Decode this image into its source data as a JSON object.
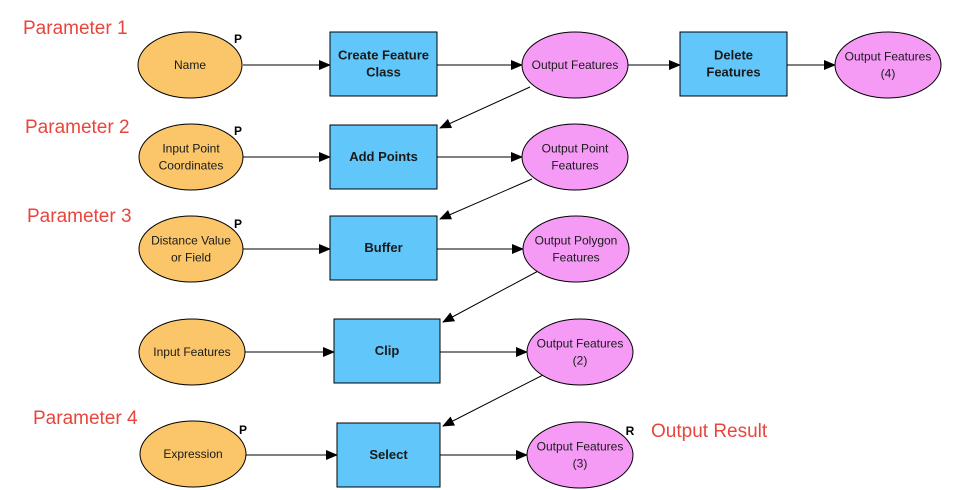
{
  "parameters": [
    {
      "label": "Parameter 1"
    },
    {
      "label": "Parameter 2"
    },
    {
      "label": "Parameter 3"
    },
    {
      "label": "Parameter 4"
    }
  ],
  "output_label": "Output Result",
  "colors": {
    "input": "#fbc66a",
    "tool": "#61c6fa",
    "output": "#f59bf5",
    "stroke": "#000000",
    "label": "#e8453c"
  },
  "inputs": [
    {
      "name": "name",
      "lines": [
        "Name"
      ],
      "flag": "P"
    },
    {
      "name": "input-point-coordinates",
      "lines": [
        "Input Point",
        "Coordinates"
      ],
      "flag": "P"
    },
    {
      "name": "distance-value",
      "lines": [
        "Distance Value",
        "or Field"
      ],
      "flag": "P"
    },
    {
      "name": "input-features",
      "lines": [
        "Input Features"
      ],
      "flag": ""
    },
    {
      "name": "expression",
      "lines": [
        "Expression"
      ],
      "flag": "P"
    }
  ],
  "tools": [
    {
      "name": "create-feature-class",
      "lines": [
        "Create Feature",
        "Class"
      ]
    },
    {
      "name": "add-points",
      "lines": [
        "Add Points"
      ]
    },
    {
      "name": "buffer",
      "lines": [
        "Buffer"
      ]
    },
    {
      "name": "clip",
      "lines": [
        "Clip"
      ]
    },
    {
      "name": "select",
      "lines": [
        "Select"
      ]
    },
    {
      "name": "delete-features",
      "lines": [
        "Delete",
        "Features"
      ]
    }
  ],
  "outputs": [
    {
      "name": "output-features",
      "lines": [
        "Output Features"
      ],
      "flag": ""
    },
    {
      "name": "output-point-features",
      "lines": [
        "Output Point",
        "Features"
      ],
      "flag": ""
    },
    {
      "name": "output-polygon-features",
      "lines": [
        "Output Polygon",
        "Features"
      ],
      "flag": ""
    },
    {
      "name": "output-features-2",
      "lines": [
        "Output Features",
        "(2)"
      ],
      "flag": ""
    },
    {
      "name": "output-features-3",
      "lines": [
        "Output Features",
        "(3)"
      ],
      "flag": "R"
    },
    {
      "name": "output-features-4",
      "lines": [
        "Output Features",
        "(4)"
      ],
      "flag": ""
    }
  ]
}
